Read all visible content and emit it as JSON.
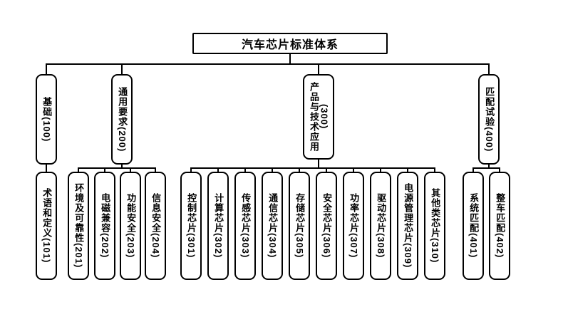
{
  "chart": {
    "root": "汽车芯片标准体系",
    "groups": [
      {
        "label": "基础(100)",
        "children": [
          "术语和定义(101)"
        ]
      },
      {
        "label": "通用要求(200)",
        "children": [
          "环境及可靠性(201)",
          "电磁兼容(202)",
          "功能安全(203)",
          "信息安全(204)"
        ]
      },
      {
        "label": "产品与技术应用(300)",
        "children": [
          "控制芯片(301)",
          "计算芯片(302)",
          "传感芯片(303)",
          "通信芯片(304)",
          "存储芯片(305)",
          "安全芯片(306)",
          "功率芯片(307)",
          "驱动芯片(308)",
          "电源管理芯片(309)",
          "其他类芯片(310)"
        ]
      },
      {
        "label": "匹配试验(400)",
        "children": [
          "系统匹配(401)",
          "整车匹配(402)"
        ]
      }
    ],
    "colors": {
      "line": "#000000",
      "border": "#000000",
      "background": "#ffffff",
      "text": "#000000"
    }
  }
}
